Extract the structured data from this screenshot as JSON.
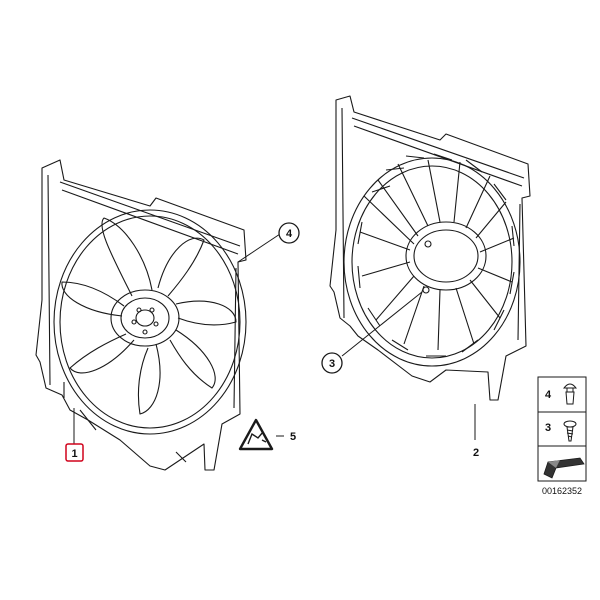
{
  "callouts": {
    "part_1": "1",
    "part_2": "2",
    "part_3": "3",
    "part_4": "4",
    "part_5": "5"
  },
  "legend": {
    "item_a": "4",
    "item_b": "3"
  },
  "diagram_number": "00162352",
  "colors": {
    "line": "#1a1a1a",
    "highlight": "#d0021b",
    "fill": "#ffffff",
    "shadow": "#555555"
  }
}
